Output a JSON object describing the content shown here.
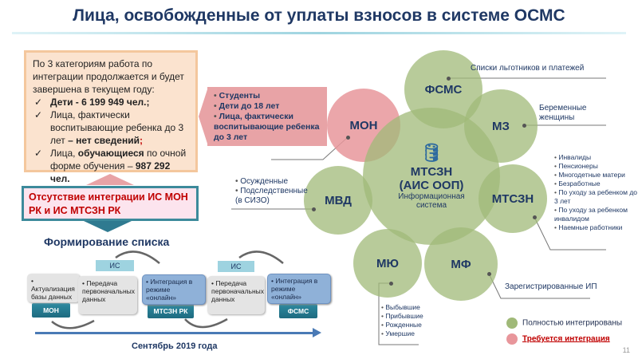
{
  "title": "Лица, освобожденные от уплаты взносов в системе ОСМС",
  "infobox": {
    "intro": "По 3 категориям работа по интеграции продолжается и будет завершена в текущем году:",
    "item1": "Дети - 6 199 949 чел.;",
    "item2_a": "Лица, фактически воспитывающие ребенка до 3 лет ",
    "item2_b": "– нет сведений",
    "item2_c": ";",
    "item3_a": "Лица, ",
    "item3_b": "обучающиеся",
    "item3_c": " по очной форме обучения – ",
    "item3_d": "987 292 чел."
  },
  "absence": "Отсутствие интеграции ИС МОН РК и ИС МТСЗН РК",
  "process": {
    "title": "Формирование списка",
    "steps": [
      "Актуализация базы данных",
      "Передача первоначальных данных",
      "Интеграция в режиме «онлайн»",
      "Передача первоначальных данных",
      "Интеграция в режиме «онлайн»"
    ],
    "is_label": "ИС",
    "orgs": [
      "МОН",
      "МТСЗН РК",
      "ФСМС"
    ],
    "date": "Сентябрь 2019 года"
  },
  "center": {
    "line1": "МТСЗН",
    "line2": "(АИС ООП)",
    "line3": "Информационная система"
  },
  "nodes": {
    "fsms": "ФСМС",
    "mz": "МЗ",
    "mtszn": "МТСЗН",
    "mf": "МФ",
    "myu": "МЮ",
    "mvd": "МВД",
    "mon": "МОН"
  },
  "labels": {
    "fsms": "Списки льготников и платежей",
    "mz": "Беременные женщины",
    "mtszn": [
      "Инвалиды",
      "Пенсионеры",
      "Многодетные матери",
      "Безработные",
      "По уходу за ребенком до 3 лет",
      "По уходу за ребенком инвалидом",
      "Наемные работники"
    ],
    "mf": "Зарегистрированные ИП",
    "myu": [
      "Выбывшие",
      "Прибывшие",
      "Рожденные",
      "Умершие"
    ],
    "mvd": [
      "Осужденные",
      "Подследственные"
    ],
    "mvd_note": "(в СИЗО)",
    "mon": [
      "Студенты",
      "Дети до 18 лет",
      "Лица, фактически воспитывающие ребенка до 3 лет"
    ]
  },
  "legend": {
    "integrated": "Полностью интегрированы",
    "required": "Требуется интеграция"
  },
  "colors": {
    "green": "#a0b978",
    "pink": "#e8969b",
    "navy": "#1f3864",
    "red": "#c00000"
  },
  "page_number": "11"
}
